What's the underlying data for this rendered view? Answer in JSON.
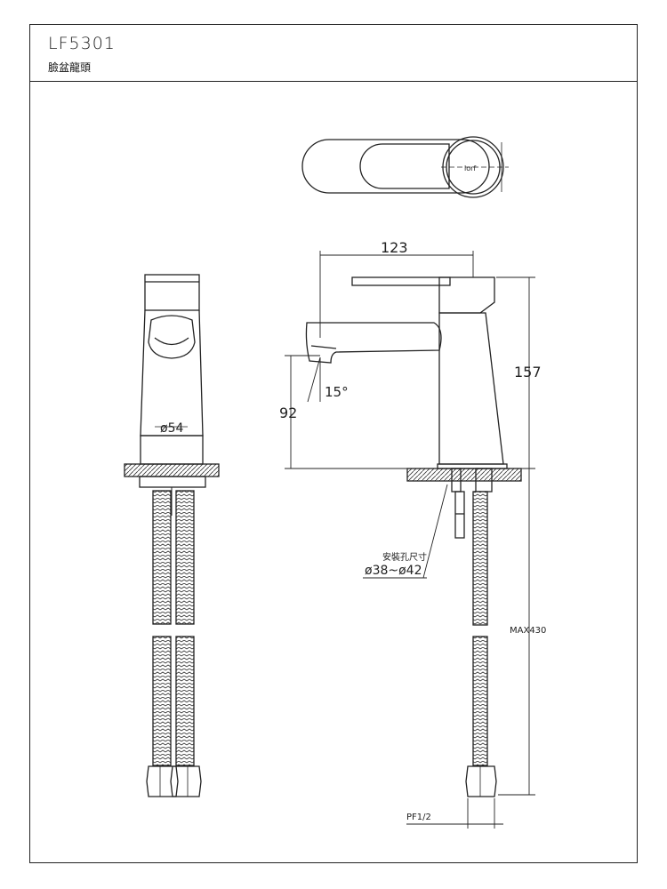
{
  "header": {
    "model_code": "LF5301",
    "product_name": "臉盆龍頭"
  },
  "dimensions": {
    "width_top": "123",
    "height_total": "157",
    "spout_height": "92",
    "spout_angle": "15°",
    "base_diameter": "ø54",
    "max_length": "MAX430",
    "thread": "PF1/2",
    "hole_label": "安裝孔尺寸",
    "hole_range": "ø38~ø42"
  },
  "colors": {
    "line": "#222222",
    "background": "#ffffff"
  }
}
